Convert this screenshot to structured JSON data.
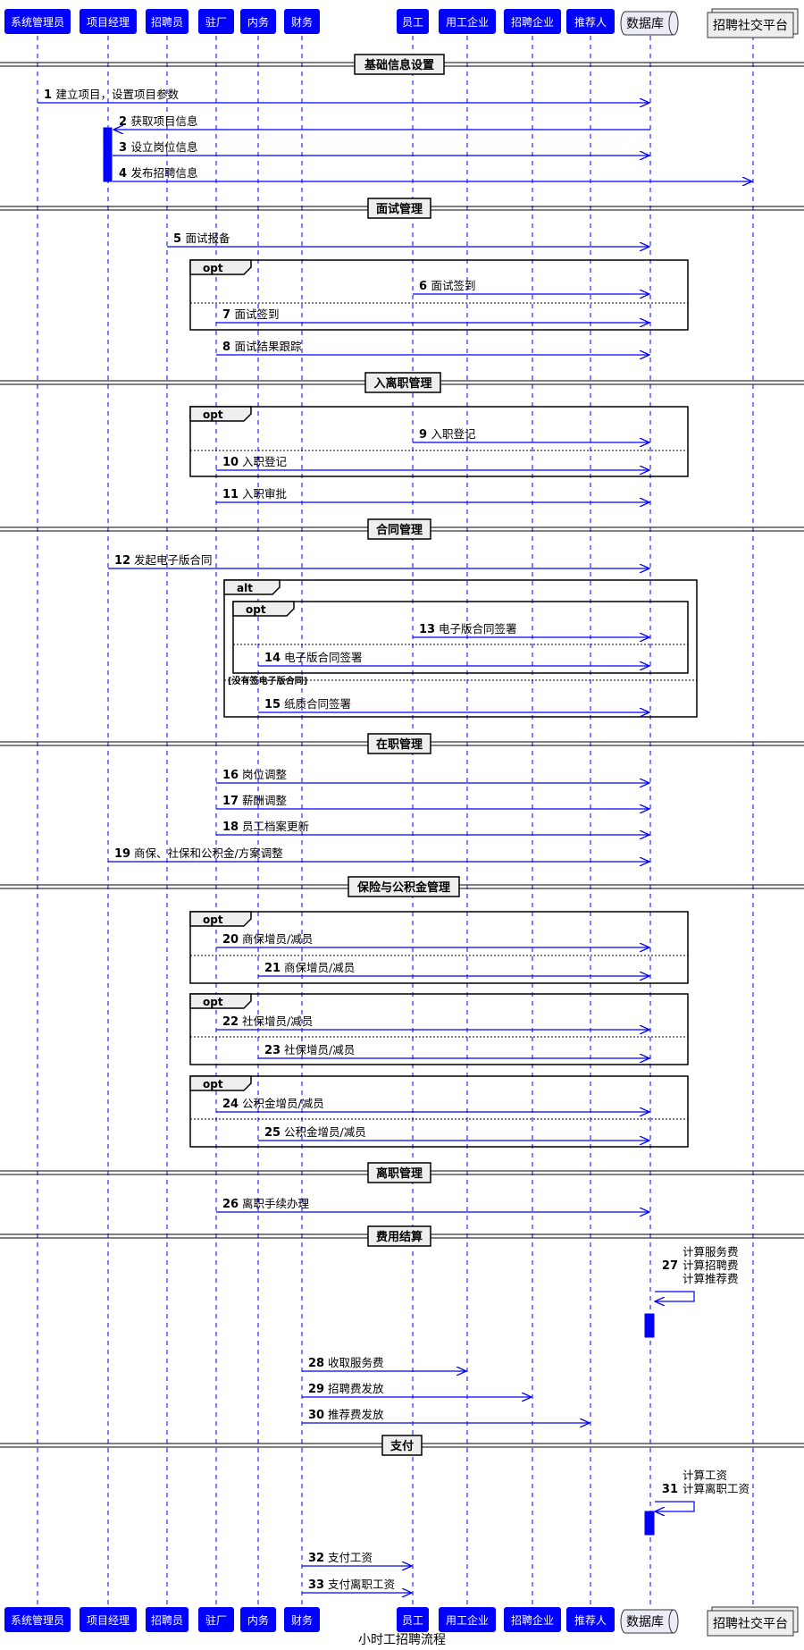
{
  "title": "小时工招聘流程",
  "participants": [
    {
      "name": "系统管理员",
      "kind": "button"
    },
    {
      "name": "项目经理",
      "kind": "button"
    },
    {
      "name": "招聘员",
      "kind": "button"
    },
    {
      "name": "驻厂",
      "kind": "button"
    },
    {
      "name": "内务",
      "kind": "button"
    },
    {
      "name": "财务",
      "kind": "button"
    },
    {
      "name": "员工",
      "kind": "button"
    },
    {
      "name": "用工企业",
      "kind": "button"
    },
    {
      "name": "招聘企业",
      "kind": "button"
    },
    {
      "name": "推荐人",
      "kind": "button"
    },
    {
      "name": "数据库",
      "kind": "database"
    },
    {
      "name": "招聘社交平台",
      "kind": "collections"
    }
  ],
  "dividers": [
    "基础信息设置",
    "面试管理",
    "入离职管理",
    "合同管理",
    "在职管理",
    "保险与公积金管理",
    "离职管理",
    "费用结算",
    "支付"
  ],
  "messages": [
    {
      "n": "1",
      "text": "建立项目，设置项目参数",
      "from": 0,
      "to": 10
    },
    {
      "n": "2",
      "text": "获取项目信息",
      "from": 10,
      "to": 1
    },
    {
      "n": "3",
      "text": "设立岗位信息",
      "from": 1,
      "to": 10
    },
    {
      "n": "4",
      "text": "发布招聘信息",
      "from": 1,
      "to": 11
    },
    {
      "n": "5",
      "text": "面试报备",
      "from": 2,
      "to": 10
    },
    {
      "n": "6",
      "text": "面试签到",
      "from": 6,
      "to": 10
    },
    {
      "n": "7",
      "text": "面试签到",
      "from": 3,
      "to": 10
    },
    {
      "n": "8",
      "text": "面试结果跟踪",
      "from": 3,
      "to": 10
    },
    {
      "n": "9",
      "text": "入职登记",
      "from": 6,
      "to": 10
    },
    {
      "n": "10",
      "text": "入职登记",
      "from": 3,
      "to": 10
    },
    {
      "n": "11",
      "text": "入职审批",
      "from": 3,
      "to": 10
    },
    {
      "n": "12",
      "text": "发起电子版合同",
      "from": 1,
      "to": 10
    },
    {
      "n": "13",
      "text": "电子版合同签署",
      "from": 6,
      "to": 10
    },
    {
      "n": "14",
      "text": "电子版合同签署",
      "from": 4,
      "to": 10
    },
    {
      "n": "15",
      "text": "纸质合同签署",
      "from": 4,
      "to": 10
    },
    {
      "n": "16",
      "text": "岗位调整",
      "from": 3,
      "to": 10
    },
    {
      "n": "17",
      "text": "薪酬调整",
      "from": 3,
      "to": 10
    },
    {
      "n": "18",
      "text": "员工档案更新",
      "from": 3,
      "to": 10
    },
    {
      "n": "19",
      "text": "商保、社保和公积金/方案调整",
      "from": 1,
      "to": 10
    },
    {
      "n": "20",
      "text": "商保增员/减员",
      "from": 3,
      "to": 10
    },
    {
      "n": "21",
      "text": "商保增员/减员",
      "from": 4,
      "to": 10
    },
    {
      "n": "22",
      "text": "社保增员/减员",
      "from": 3,
      "to": 10
    },
    {
      "n": "23",
      "text": "社保增员/减员",
      "from": 4,
      "to": 10
    },
    {
      "n": "24",
      "text": "公积金增员/减员",
      "from": 3,
      "to": 10
    },
    {
      "n": "25",
      "text": "公积金增员/减员",
      "from": 4,
      "to": 10
    },
    {
      "n": "26",
      "text": "离职手续办理",
      "from": 3,
      "to": 10
    },
    {
      "n": "27",
      "text": "计算服务费\n计算招聘费\n计算推荐费",
      "from": 10,
      "to": 10
    },
    {
      "n": "28",
      "text": "收取服务费",
      "from": 5,
      "to": 7
    },
    {
      "n": "29",
      "text": "招聘费发放",
      "from": 5,
      "to": 8
    },
    {
      "n": "30",
      "text": "推荐费发放",
      "from": 5,
      "to": 9
    },
    {
      "n": "31",
      "text": "计算工资\n计算离职工资",
      "from": 10,
      "to": 10
    },
    {
      "n": "32",
      "text": "支付工资",
      "from": 5,
      "to": 6
    },
    {
      "n": "33",
      "text": "支付离职工资",
      "from": 5,
      "to": 6
    }
  ],
  "fragments": [
    {
      "kind": "opt"
    },
    {
      "kind": "opt"
    },
    {
      "kind": "alt",
      "guard": "[没有签电子版合同]"
    },
    {
      "kind": "opt"
    },
    {
      "kind": "opt"
    },
    {
      "kind": "opt"
    },
    {
      "kind": "opt"
    }
  ],
  "colors": {
    "participant": "#0000ff",
    "arrow": "#0000ff",
    "lifeline": "#0000ff",
    "activation": "#0000ff",
    "frame": "#000000",
    "divider_bg": "#eeeeee"
  }
}
